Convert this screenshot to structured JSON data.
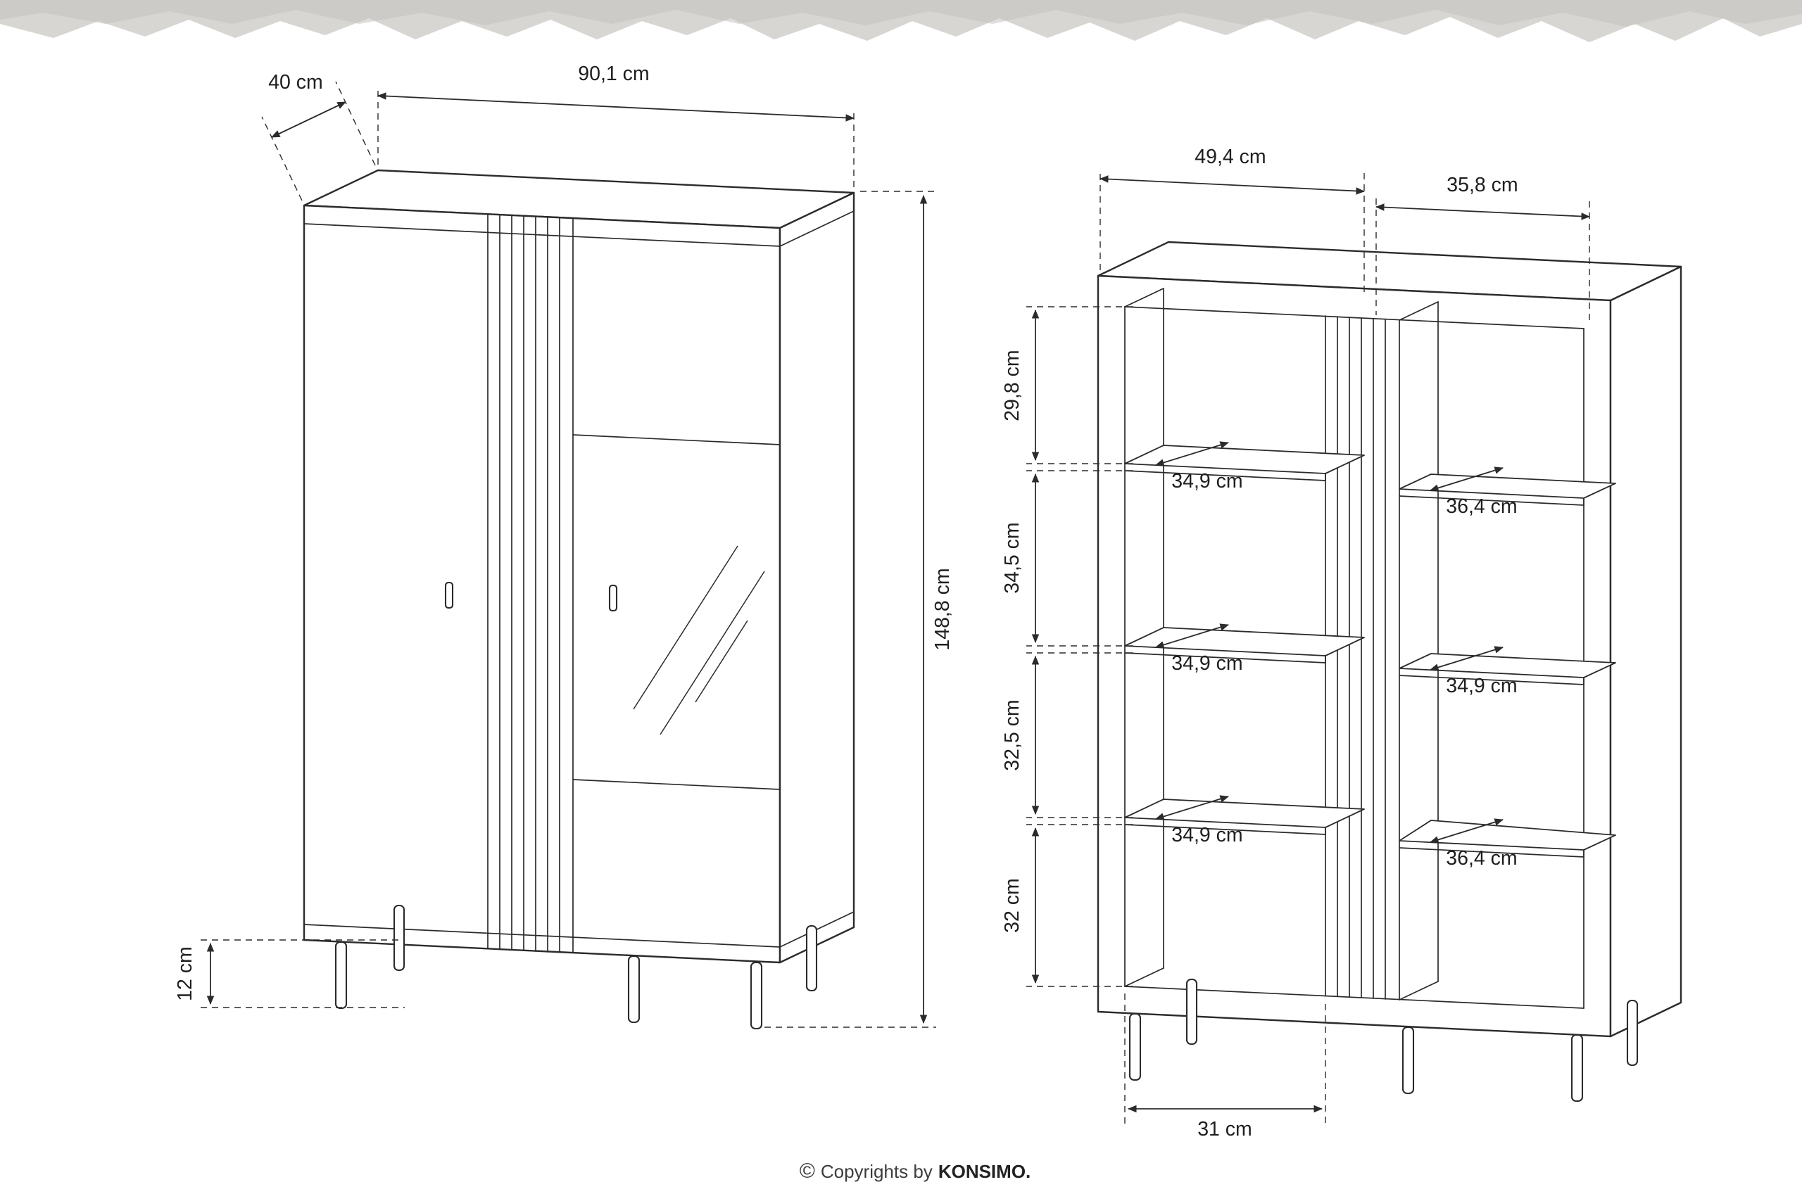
{
  "front_view": {
    "width_label": "90,1 cm",
    "depth_label": "40 cm",
    "height_label": "148,8 cm",
    "leg_height_label": "12 cm"
  },
  "internal_view": {
    "left_width_label": "49,4 cm",
    "right_width_label": "35,8 cm",
    "heights": [
      "29,8 cm",
      "34,5 cm",
      "32,5 cm",
      "32 cm"
    ],
    "left_shelves": [
      "34,9 cm",
      "34,9 cm",
      "34,9 cm"
    ],
    "right_shelves": [
      "36,4 cm",
      "34,9 cm",
      "36,4 cm"
    ],
    "bottom_width_label": "31 cm"
  },
  "footer": {
    "symbol": "©",
    "text": "Copyrights by",
    "brand": "KONSIMO."
  }
}
